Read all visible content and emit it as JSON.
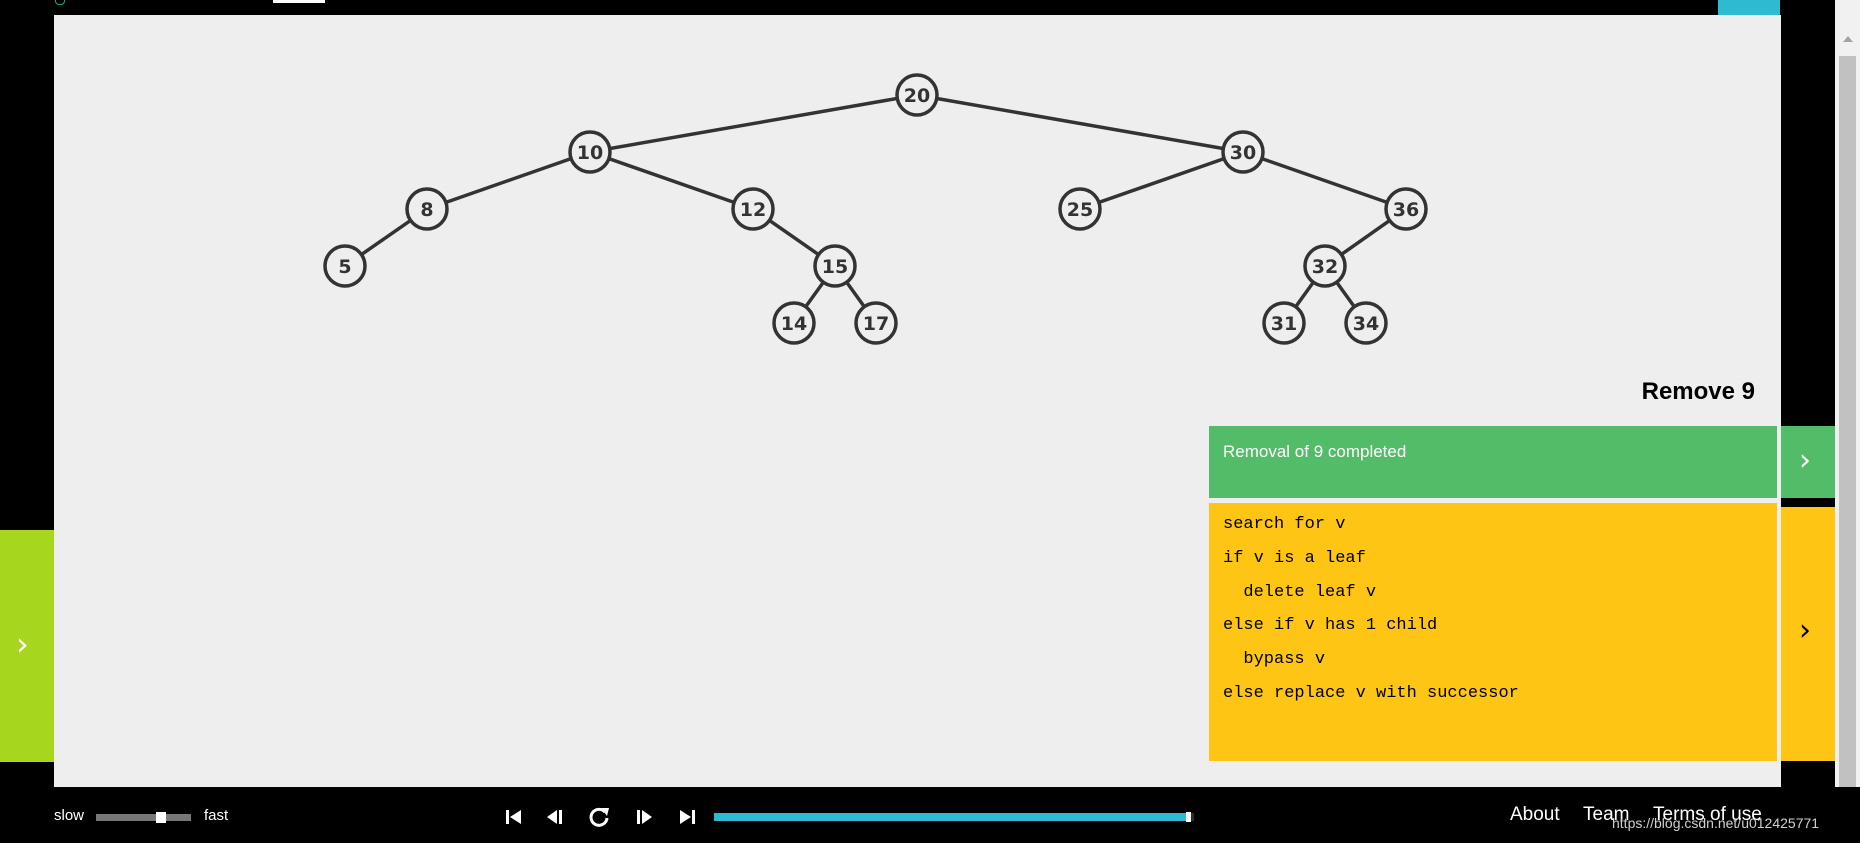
{
  "operation": {
    "title": "Remove 9"
  },
  "status": {
    "message": "Removal of 9 completed"
  },
  "pseudocode": [
    "search for v",
    "if v is a leaf",
    "  delete leaf v",
    "else if v has 1 child",
    "  bypass v",
    "else replace v with successor"
  ],
  "tree": {
    "nodes": [
      {
        "id": "20",
        "label": "20"
      },
      {
        "id": "10",
        "label": "10"
      },
      {
        "id": "30",
        "label": "30"
      },
      {
        "id": "8",
        "label": "8"
      },
      {
        "id": "12",
        "label": "12"
      },
      {
        "id": "25",
        "label": "25"
      },
      {
        "id": "36",
        "label": "36"
      },
      {
        "id": "5",
        "label": "5"
      },
      {
        "id": "15",
        "label": "15"
      },
      {
        "id": "32",
        "label": "32"
      },
      {
        "id": "14",
        "label": "14"
      },
      {
        "id": "17",
        "label": "17"
      },
      {
        "id": "31",
        "label": "31"
      },
      {
        "id": "34",
        "label": "34"
      }
    ],
    "edges": [
      [
        "20",
        "10"
      ],
      [
        "20",
        "30"
      ],
      [
        "10",
        "8"
      ],
      [
        "10",
        "12"
      ],
      [
        "8",
        "5"
      ],
      [
        "12",
        "15"
      ],
      [
        "15",
        "14"
      ],
      [
        "15",
        "17"
      ],
      [
        "30",
        "25"
      ],
      [
        "30",
        "36"
      ],
      [
        "36",
        "32"
      ],
      [
        "32",
        "31"
      ],
      [
        "32",
        "34"
      ]
    ]
  },
  "speed": {
    "slow_label": "slow",
    "fast_label": "fast",
    "level": 0.68
  },
  "playback": {
    "progress": 0.99,
    "icons": [
      "skip-back-icon",
      "step-back-icon",
      "replay-icon",
      "step-forward-icon",
      "skip-forward-icon"
    ]
  },
  "nav": {
    "about": "About",
    "team": "Team",
    "terms": "Terms of use"
  },
  "watermark": "https://blog.csdn.net/u012425771",
  "colors": {
    "canvas": "#eeeeee",
    "status_panel": "#52bc69",
    "code_panel": "#fec515",
    "left_tab": "#a6d61e",
    "accent": "#2ebbd1",
    "node_stroke": "#333333"
  }
}
